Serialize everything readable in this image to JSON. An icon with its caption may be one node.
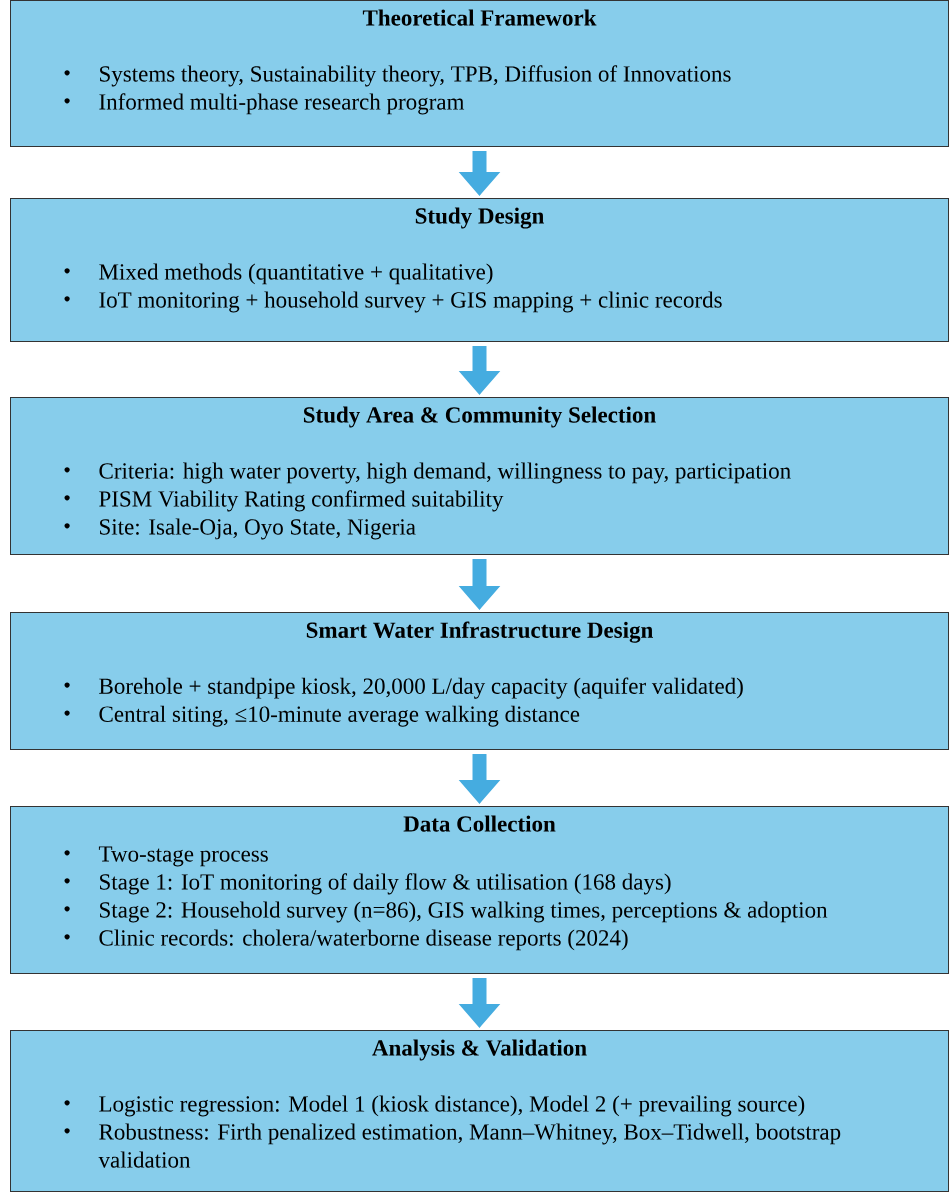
{
  "diagram": {
    "nodes": [
      {
        "text": [
          "Theoretical Framework",
          "Systems theory, Sustainability theory, TPB, Diffusion of Innovations",
          "Informed multi-phase research program"
        ]
      },
      {
        "text": [
          "Study Design",
          "Mixed methods (quantitative + qualitative)",
          "IoT monitoring + household survey + GIS mapping + clinic records"
        ]
      },
      {
        "text": [
          "Study Area & Community Selection",
          "Criteria: high water poverty, high demand, willingness to pay, participation",
          "PISM Viability Rating confirmed suitability",
          "Site: Isale-Oja, Oyo State, Nigeria"
        ]
      },
      {
        "text": [
          "Smart Water Infrastructure Design",
          "Borehole + standpipe kiosk, 20,000 L/day capacity (aquifer validated)",
          "Central siting, ≤10-minute average walking distance"
        ]
      },
      {
        "text": [
          "Data Collection",
          "Two-stage process",
          "Stage 1: IoT monitoring of daily flow & utilisation (168 days)",
          "Stage 2: Household survey (n=86), GIS walking times, perceptions & adoption",
          "Clinic records: cholera/waterborne disease reports (2024)"
        ]
      },
      {
        "text": [
          "Analysis & Validation",
          "Logistic regression: Model 1 (kiosk distance), Model 2 (+ prevailing source)",
          "Robustness: Firth penalized estimation, Mann–Whitney, Box–Tidwell, bootstrap validation"
        ]
      }
    ],
    "edges": [
      {
        "from": 0,
        "to": 1,
        "arrow": "to"
      },
      {
        "from": 1,
        "to": 2,
        "arrow": "to"
      },
      {
        "from": 2,
        "to": 3,
        "arrow": "to"
      },
      {
        "from": 3,
        "to": 4,
        "arrow": "to"
      },
      {
        "from": 4,
        "to": 5,
        "arrow": "to"
      }
    ]
  }
}
